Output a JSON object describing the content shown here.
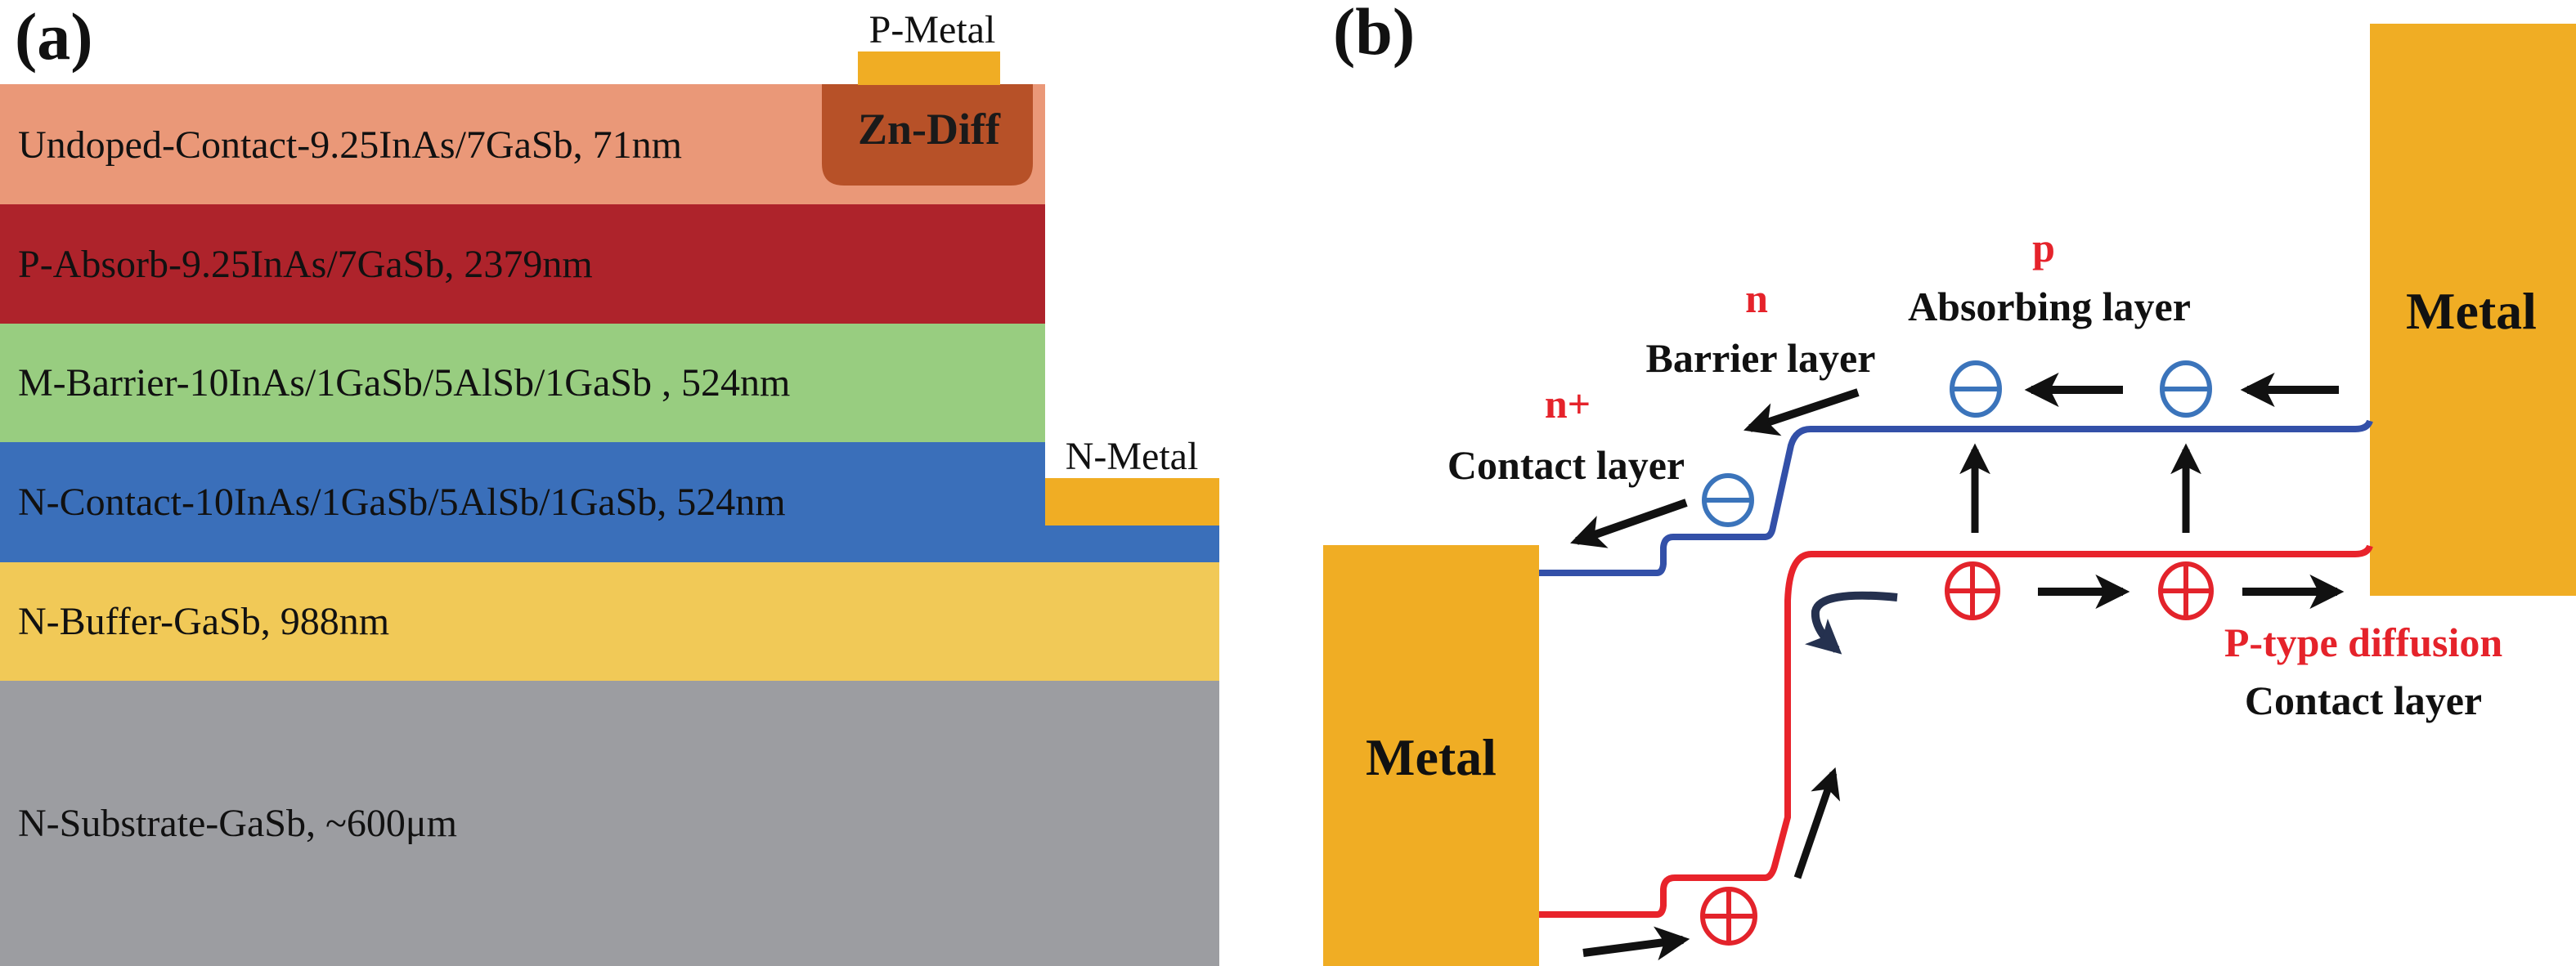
{
  "panel_a": {
    "label": "(a)",
    "p_metal_label": "P-Metal",
    "n_metal_label": "N-Metal",
    "zn_diff_label": "Zn-Diff",
    "layers": [
      {
        "name": "undoped-contact",
        "text": "Undoped-Contact-9.25InAs/7GaSb, 71nm",
        "color": "#ea9878"
      },
      {
        "name": "p-absorb",
        "text": "P-Absorb-9.25InAs/7GaSb, 2379nm",
        "color": "#ae232b"
      },
      {
        "name": "m-barrier",
        "text": "M-Barrier-10InAs/1GaSb/5AlSb/1GaSb , 524nm",
        "color": "#98cd80"
      },
      {
        "name": "n-contact",
        "text": "N-Contact-10InAs/1GaSb/5AlSb/1GaSb, 524nm",
        "color": "#3a6fba"
      },
      {
        "name": "n-buffer",
        "text": "N-Buffer-GaSb, 988nm",
        "color": "#f1c957"
      },
      {
        "name": "n-substrate",
        "text": "N-Substrate-GaSb, ~600μm",
        "color": "#9c9da1"
      }
    ],
    "colors": {
      "metal": "#f0ad24",
      "zn_diff": "#b75128"
    }
  },
  "panel_b": {
    "label": "(b)",
    "left_metal_label": "Metal",
    "right_metal_label": "Metal",
    "regions": [
      {
        "doping": "n+",
        "name": "Contact layer"
      },
      {
        "doping": "n",
        "name": "Barrier layer"
      },
      {
        "doping": "p",
        "name": "Absorbing layer"
      },
      {
        "doping": "P-type diffusion",
        "name": "Contact layer"
      }
    ],
    "carriers": {
      "electron_symbol": "⊖",
      "hole_symbol": "⊕"
    },
    "colors": {
      "conduction_band": "#3350a8",
      "valence_band": "#e8232b",
      "electron": "#3b74bb",
      "hole": "#e3232b",
      "metal": "#f0ad24",
      "arrow": "#111111",
      "recombination_arrow": "#25314f",
      "doping_label": "#e5232b"
    }
  }
}
